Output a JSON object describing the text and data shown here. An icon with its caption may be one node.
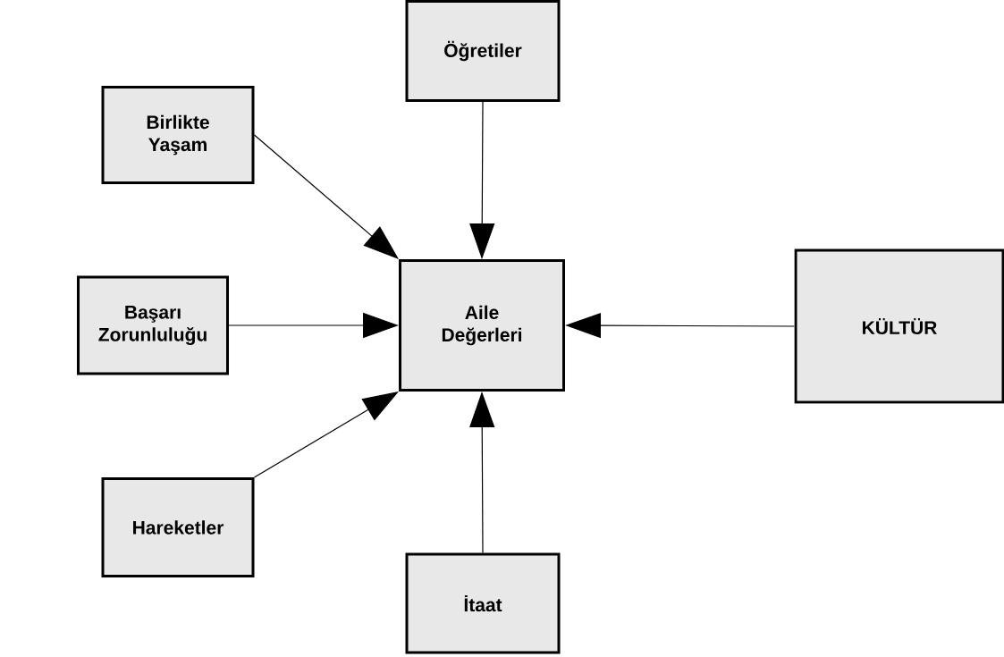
{
  "diagram": {
    "nodes": [
      {
        "text": [
          "Öğretiler"
        ]
      },
      {
        "text": [
          "Birlikte Yaşam"
        ]
      },
      {
        "text": [
          "Aile Değerleri"
        ]
      },
      {
        "text": [
          "Başarı Zorunluluğu"
        ]
      },
      {
        "text": [
          "KÜLTÜR"
        ]
      },
      {
        "text": [
          "Hareketler"
        ]
      },
      {
        "text": [
          "İtaat"
        ]
      }
    ],
    "edges": [
      {
        "from": 0,
        "to": 2,
        "arrow": "to"
      },
      {
        "from": 1,
        "to": 2,
        "arrow": "to"
      },
      {
        "from": 3,
        "to": 2,
        "arrow": "to"
      },
      {
        "from": 4,
        "to": 2,
        "arrow": "to"
      },
      {
        "from": 5,
        "to": 2,
        "arrow": "to"
      },
      {
        "from": 6,
        "to": 2,
        "arrow": "to"
      }
    ]
  }
}
